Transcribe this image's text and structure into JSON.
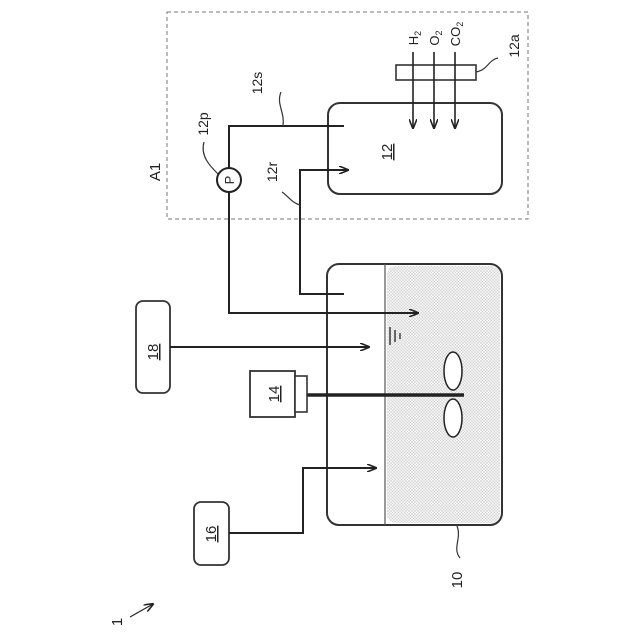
{
  "figure": {
    "system_label": "1",
    "area_label": "A1",
    "reactor_label": "10",
    "vessel_label": "12",
    "pump_symbol": "P",
    "pump_label": "12p",
    "supply_line_label": "12s",
    "return_line_label": "12r",
    "gas_inlet_label": "12a",
    "motor_label": "14",
    "source_16_label": "16",
    "source_18_label": "18",
    "gases": [
      {
        "main": "H",
        "sub": "2"
      },
      {
        "main": "O",
        "sub": "2"
      },
      {
        "main": "CO",
        "sub": "2"
      }
    ]
  }
}
